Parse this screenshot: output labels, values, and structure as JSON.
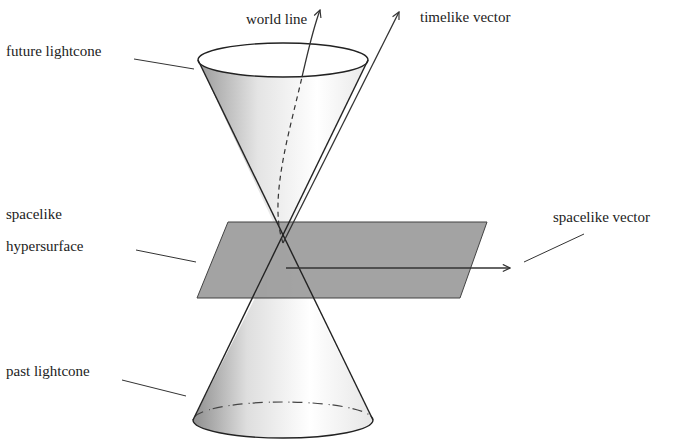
{
  "diagram": {
    "labels": [
      "world line",
      "timelike vector",
      "future lightcone",
      "spacelike hypersurface",
      "spacelike vector",
      "past lightcone"
    ]
  }
}
